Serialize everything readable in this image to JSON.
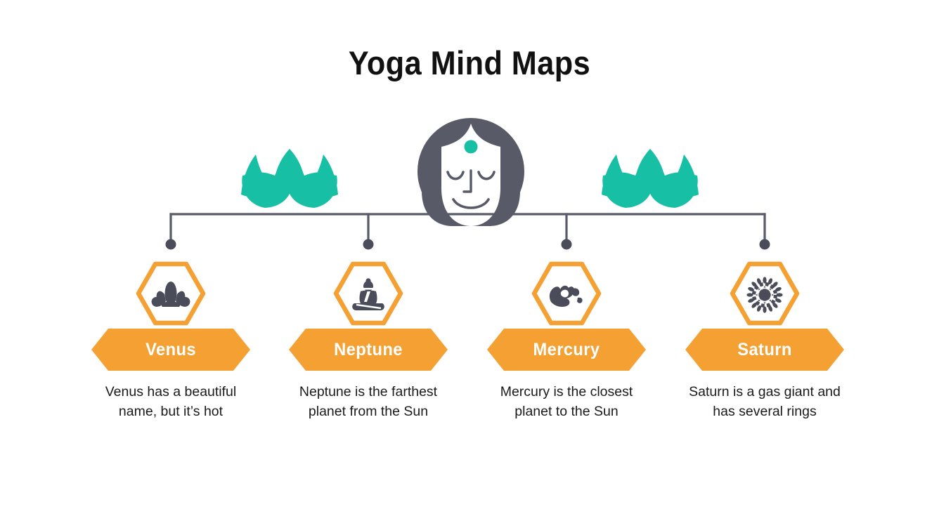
{
  "slide": {
    "title": "Yoga Mind Maps",
    "background_color": "#ffffff"
  },
  "theme": {
    "accent_orange": "#F5A033",
    "teal": "#17BFA5",
    "slate": "#585A68",
    "text_dark": "#1a1a1a",
    "banner_text": "#ffffff"
  },
  "center_art": {
    "figure_name": "meditating-woman-face",
    "hair_color": "#585A68",
    "face_color": "#ffffff",
    "bindi_color": "#17BFA5",
    "left_lotus": "lotus-flower-icon",
    "right_lotus": "lotus-flower-icon",
    "lotus_color": "#17BFA5"
  },
  "connector": {
    "color": "#585A68",
    "dot_color": "#4A4C5A",
    "branch_count": 4
  },
  "nodes": [
    {
      "id": "venus",
      "icon": "lotus-icon",
      "label": "Venus",
      "description": "Venus has a beautiful name, but it’s hot",
      "description_lines": [
        "Venus has a",
        "beautiful name, but",
        "it’s hot"
      ]
    },
    {
      "id": "neptune",
      "icon": "buddha-meditation-icon",
      "label": "Neptune",
      "description": "Neptune is the farthest planet from the Sun",
      "description_lines": [
        "Neptune is the",
        "farthest planet",
        "from the Sun"
      ]
    },
    {
      "id": "mercury",
      "icon": "mudra-hand-icon",
      "label": "Mercury",
      "description": "Mercury is the closest planet to the Sun",
      "description_lines": [
        "Mercury is the",
        "closest planet to",
        "the Sun"
      ]
    },
    {
      "id": "saturn",
      "icon": "mandala-chakra-icon",
      "label": "Saturn",
      "description": "Saturn is a gas giant and has several rings",
      "description_lines": [
        "Saturn is a gas",
        "giant and has",
        "several rings"
      ]
    }
  ]
}
